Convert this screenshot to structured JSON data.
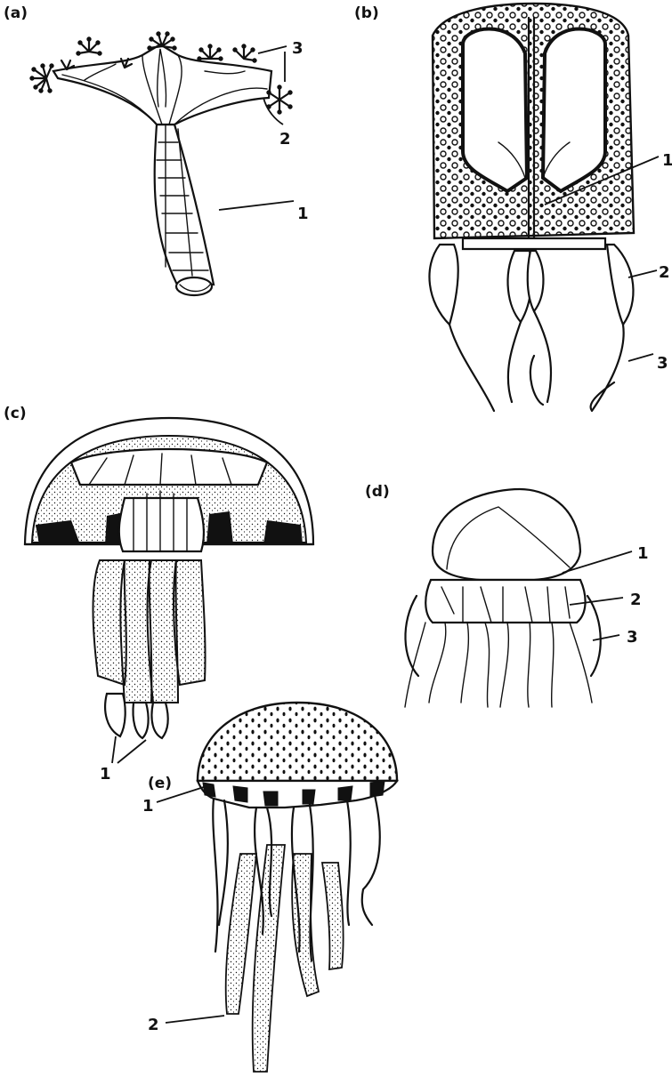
{
  "panels": {
    "a": {
      "label": "(a)",
      "callouts": [
        "1",
        "2",
        "3"
      ]
    },
    "b": {
      "label": "(b)",
      "callouts": [
        "1",
        "2",
        "3"
      ]
    },
    "c": {
      "label": "(c)",
      "callouts": [
        "1"
      ]
    },
    "d": {
      "label": "(d)",
      "callouts": [
        "1",
        "2",
        "3"
      ]
    },
    "e": {
      "label": "(e)",
      "callouts": [
        "1",
        "2"
      ]
    }
  }
}
